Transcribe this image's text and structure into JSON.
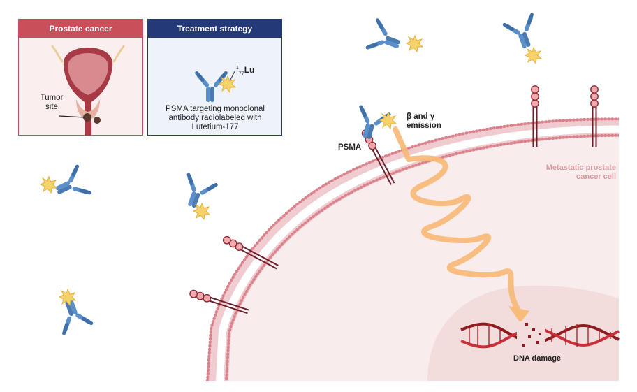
{
  "panels": {
    "prostate": {
      "title": "Prostate cancer",
      "tumor_label_line1": "Tumor",
      "tumor_label_line2": "site"
    },
    "treatment": {
      "title": "Treatment strategy",
      "isotope_superscript": "1",
      "isotope_subscript": "77",
      "isotope_symbol": "Lu",
      "description": "PSMA targeting monoclonal antibody radiolabeled with Lutetium-177"
    }
  },
  "labels": {
    "psma": "PSMA",
    "emission_line1": "β and γ",
    "emission_line2": "emission",
    "cell_line1": "Metastatic prostate",
    "cell_line2": "cancer cell",
    "dna_damage": "DNA damage"
  },
  "colors": {
    "prostate_header": "#c9505a",
    "treatment_header": "#243a78",
    "antibody": "#5b8fc9",
    "isotope": "#f6d26a",
    "membrane": "#e3a3ab",
    "cytoplasm": "#f9ecec",
    "nucleus": "#f2dcdc",
    "receptor_bead": "#f0a9ad",
    "wave": "#f7b874",
    "dna_dark": "#8e1b1f",
    "dna_light": "#c9303a"
  }
}
